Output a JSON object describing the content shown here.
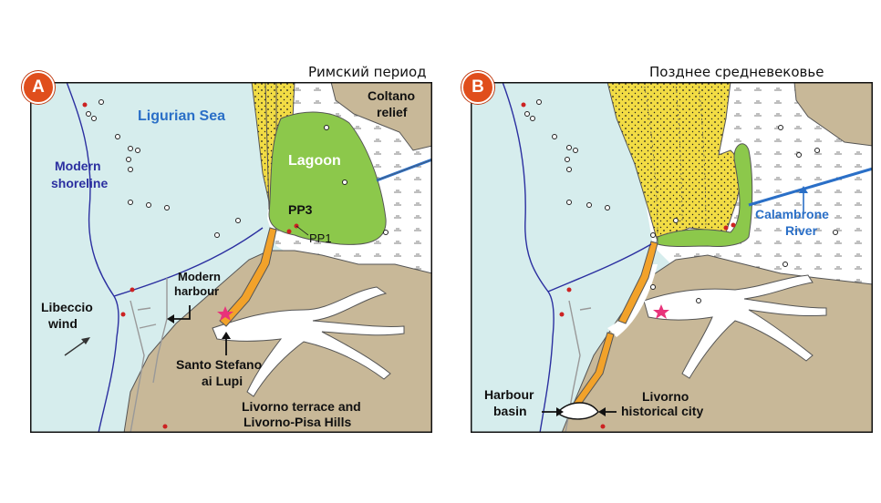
{
  "colors": {
    "sea": "#d6eded",
    "land": "#c8b898",
    "lagoon": "#8cc84b",
    "dunes": "#f2dc44",
    "marsh": "#ffffff",
    "ridge": "#f2a22a",
    "river": "#2a6fc7",
    "shoreline": "#2b2fa0",
    "star": "#e8337a",
    "badge": "#e04e1c",
    "dot_red": "#cc2222"
  },
  "panelA": {
    "badge": "A",
    "title": "Римский период",
    "labels": {
      "sea": "Ligurian Sea",
      "modern_shoreline_1": "Modern",
      "modern_shoreline_2": "shoreline",
      "coltano_1": "Coltano",
      "coltano_2": "relief",
      "lagoon": "Lagoon",
      "pp3": "PP3",
      "pp1": "PP1",
      "modern_harbour_1": "Modern",
      "modern_harbour_2": "harbour",
      "libeccio_1": "Libeccio",
      "libeccio_2": "wind",
      "santo_1": "Santo Stefano",
      "santo_2": "ai Lupi",
      "livorno_1": "Livorno terrace and",
      "livorno_2": "Livorno-Pisa Hills"
    }
  },
  "panelB": {
    "badge": "B",
    "title": "Позднее средневековье",
    "labels": {
      "calambrone_1": "Calambrone",
      "calambrone_2": "River",
      "harbour_basin_1": "Harbour",
      "harbour_basin_2": "basin",
      "livorno_1": "Livorno",
      "livorno_2": "historical city"
    }
  }
}
